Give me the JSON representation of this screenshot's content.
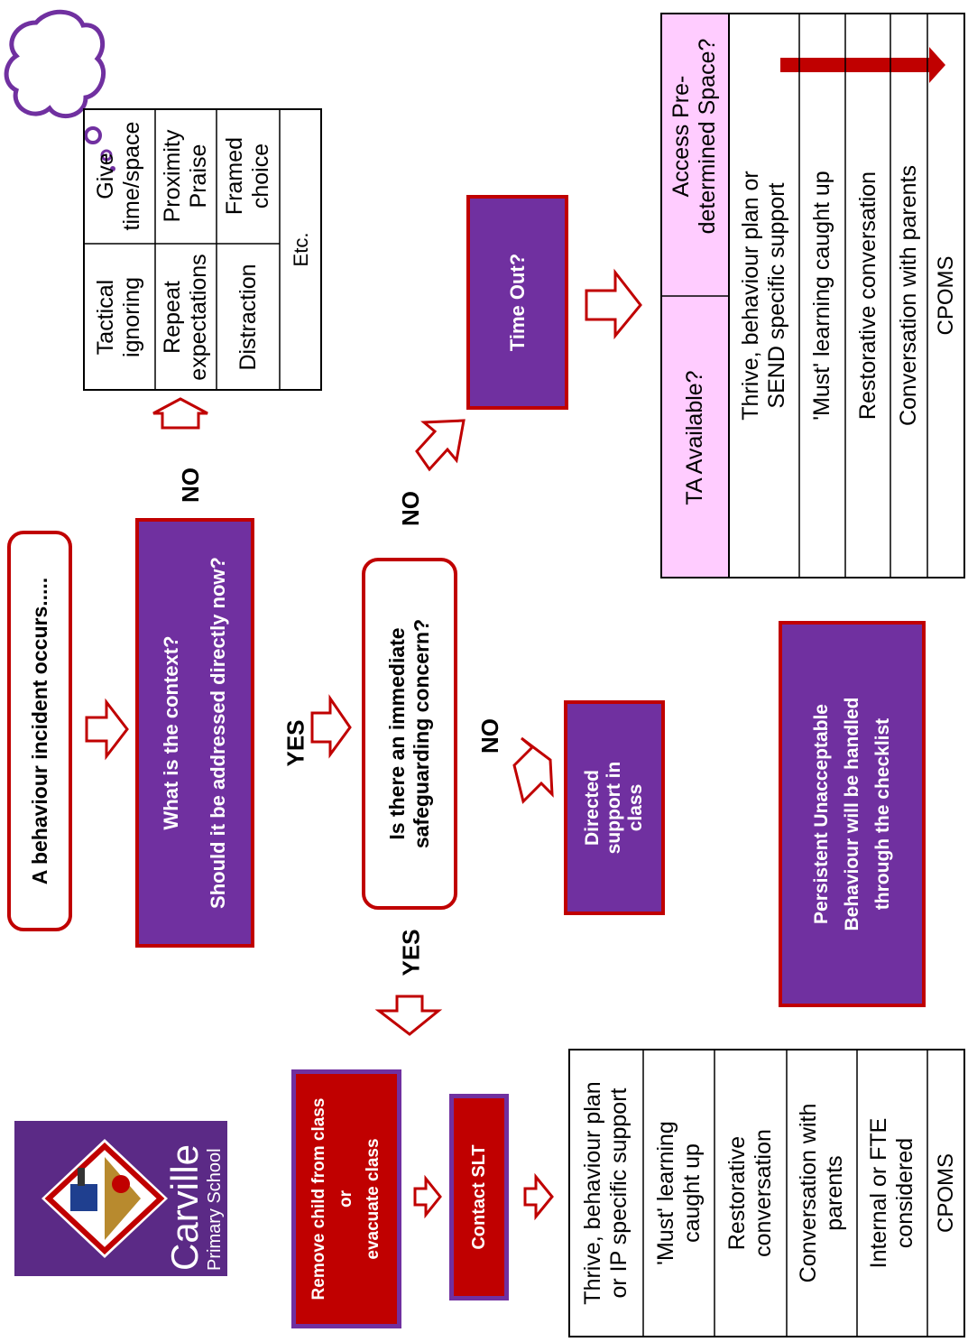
{
  "logo": {
    "name": "Carville",
    "subtitle": "Primary School"
  },
  "flow": {
    "incident": "A behaviour incident occurs.....",
    "context_line1": "What is the context?",
    "context_line2": "Should it be addressed directly now?",
    "safeguarding": "Is there an immediate safeguarding concern?",
    "time_out": "Time Out?",
    "directed_support": "Directed support in class",
    "remove_child": "Remove child from class\nor\nevacuate class",
    "contact_slt": "Contact SLT",
    "persistent": "Persistent Unacceptable Behaviour will be handled through the checklist"
  },
  "labels": {
    "yes1": "YES",
    "yes2": "YES",
    "no1": "NO",
    "no2": "NO",
    "no3": "NO"
  },
  "strategies": {
    "cells": [
      "Tactical\nignoring",
      "Give\ntime/space",
      "Repeat\nexpectations",
      "Proximity\nPraise",
      "Distraction",
      "Framed\nchoice",
      "Etc."
    ]
  },
  "timeout_table": {
    "header_left": "TA Available?",
    "header_right": "Access Pre-\ndetermined Space?",
    "rows": [
      "Thrive, behaviour plan or\nSEND specific support",
      "'Must' learning caught up",
      "Restorative conversation",
      "Conversation with parents",
      "CPOMS"
    ]
  },
  "slt_table": {
    "rows": [
      "Thrive, behaviour plan\nor IP specific support",
      "'Must' learning\ncaught up",
      "Restorative\nconversation",
      "Conversation with\nparents",
      "Internal or FTE\nconsidered",
      "CPOMS"
    ]
  },
  "colors": {
    "purple": "#7030a0",
    "red": "#c00000",
    "pink": "#ffccff"
  }
}
